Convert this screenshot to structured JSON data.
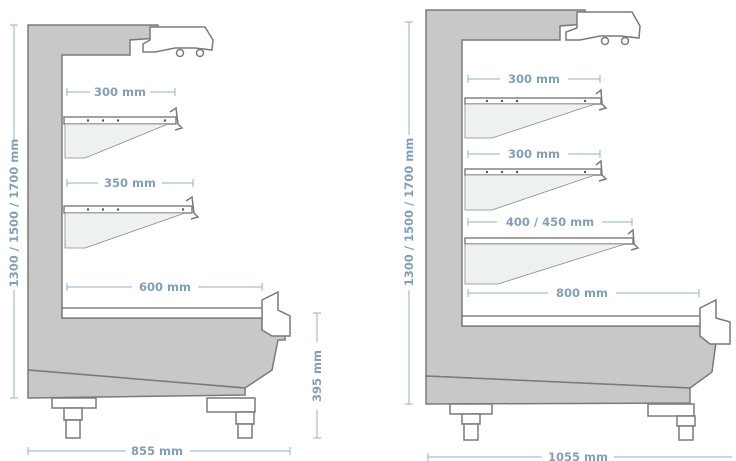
{
  "left_unit": {
    "height_label": "1300 / 1500 / 1700 mm",
    "depth_label": "855 mm",
    "base_height_label": "395 mm",
    "shelf_labels": [
      "300 mm",
      "350 mm",
      "600 mm"
    ]
  },
  "right_unit": {
    "height_label": "1300 / 1500 / 1700 mm",
    "depth_label": "1055 mm",
    "shelf_labels": [
      "300 mm",
      "300 mm",
      "400 / 450 mm",
      "800 mm"
    ]
  },
  "colors": {
    "body": "#c8c8c8",
    "outline": "#7a7a7a",
    "dimension": "#8fb0d0",
    "dimension_text": "#7f9fc0"
  }
}
